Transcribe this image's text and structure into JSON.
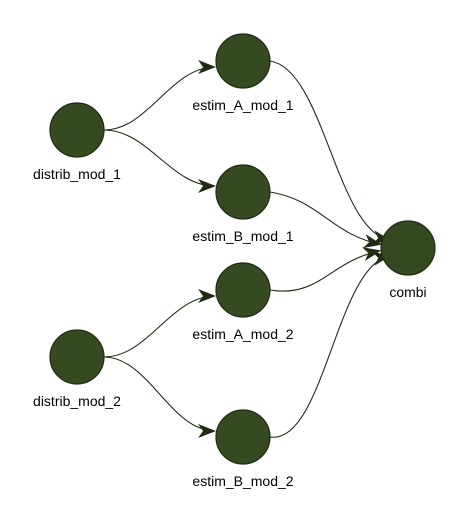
{
  "colors": {
    "node_fill": "#354a21",
    "node_stroke": "#1f2b12",
    "edge": "#1f2b12",
    "background": "#ffffff"
  },
  "nodes": [
    {
      "id": "distrib_mod_1",
      "label": "distrib_mod_1"
    },
    {
      "id": "estim_A_mod_1",
      "label": "estim_A_mod_1"
    },
    {
      "id": "estim_B_mod_1",
      "label": "estim_B_mod_1"
    },
    {
      "id": "distrib_mod_2",
      "label": "distrib_mod_2"
    },
    {
      "id": "estim_A_mod_2",
      "label": "estim_A_mod_2"
    },
    {
      "id": "estim_B_mod_2",
      "label": "estim_B_mod_2"
    },
    {
      "id": "combi",
      "label": "combi"
    }
  ],
  "edges": [
    {
      "from": "distrib_mod_1",
      "to": "estim_A_mod_1"
    },
    {
      "from": "distrib_mod_1",
      "to": "estim_B_mod_1"
    },
    {
      "from": "distrib_mod_2",
      "to": "estim_A_mod_2"
    },
    {
      "from": "distrib_mod_2",
      "to": "estim_B_mod_2"
    },
    {
      "from": "estim_A_mod_1",
      "to": "combi"
    },
    {
      "from": "estim_B_mod_1",
      "to": "combi"
    },
    {
      "from": "estim_A_mod_2",
      "to": "combi"
    },
    {
      "from": "estim_B_mod_2",
      "to": "combi"
    }
  ]
}
